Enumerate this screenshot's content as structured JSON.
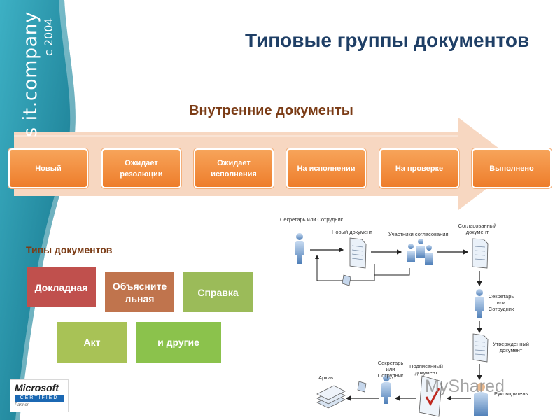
{
  "slide": {
    "title": "Типовые группы документов",
    "brand_text": "s it.company",
    "since_text": "с 2004"
  },
  "process": {
    "heading": "Внутренние документы",
    "stages": [
      "Новый",
      "Ожидает резолюции",
      "Ожидает исполнения",
      "На исполнении",
      "На проверке",
      "Выполнено"
    ]
  },
  "doc_types": {
    "heading": "Типы документов",
    "items": [
      {
        "label": "Докладная",
        "color": "#c0504d"
      },
      {
        "label": "Объясните льная",
        "color": "#c0744d"
      },
      {
        "label": "Справка",
        "color": "#9bbb59"
      },
      {
        "label": "Акт",
        "color": "#a8c256"
      },
      {
        "label": "и другие",
        "color": "#8bc24c"
      }
    ]
  },
  "workflow": {
    "labels": {
      "sender": "Секретарь или Сотрудник",
      "new_doc": "Новый документ",
      "approvers": "Участники согласования",
      "agreed_doc": "Согласованный документ",
      "secretary2": "Секретарь или Сотрудник",
      "approved_doc": "Утвержденный документ",
      "manager": "Руководитель",
      "signed_doc": "Подписанный документ",
      "secretary3": "Секретарь или Сотрудник",
      "archive": "Архив"
    }
  },
  "partner_logo": {
    "brand": "Microsoft",
    "line1": "CERTIFIED",
    "line2": "Partner"
  },
  "watermark": "MyShared",
  "colors": {
    "title": "#1f3f66",
    "accent_brown": "#7b3c16",
    "stage_orange": "#ee7d2b",
    "band_teal": "#1b8fa6"
  }
}
